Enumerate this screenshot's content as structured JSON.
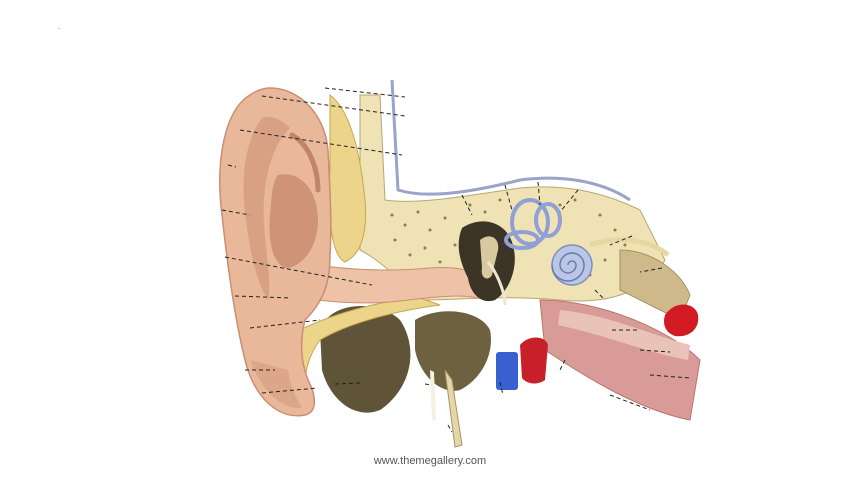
{
  "slide": {
    "corner_mark": ".",
    "footer_credit": "www.themegallery.com"
  },
  "illustration": {
    "subject": "ear-anatomy-cross-section",
    "label_lines_count": 26,
    "colors": {
      "skin": "#e9b79a",
      "skin_shadow": "#c98e73",
      "bone": "#efe2b4",
      "bone_dots": "#8f7b45",
      "fat_yellow": "#ecd58a",
      "cochlea": "#b9c6e6",
      "vein": "#3a5fd0",
      "artery": "#c8202a",
      "muscle": "#d99b97",
      "dark_tissue": "#5f5338"
    }
  }
}
